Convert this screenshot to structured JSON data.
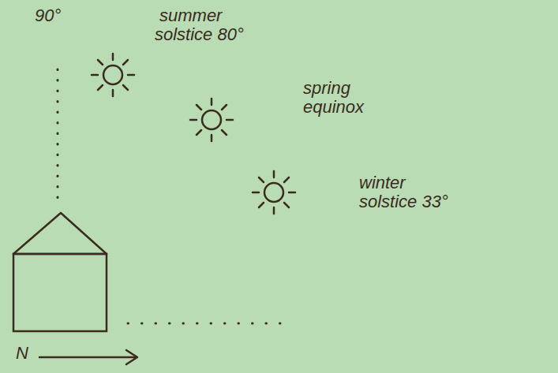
{
  "diagram": {
    "labels": [
      "90°",
      "summer solstice 80°",
      "spring equinox",
      "winter solstice 33°",
      "N"
    ]
  }
}
